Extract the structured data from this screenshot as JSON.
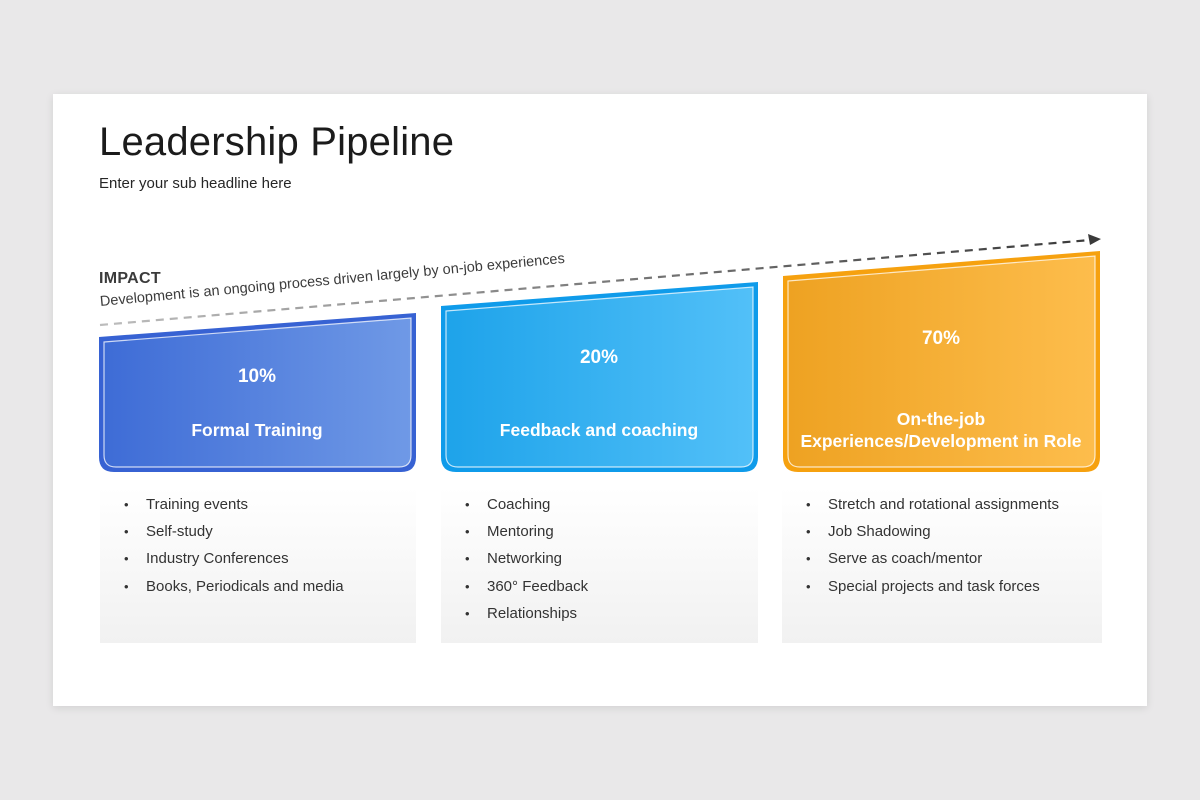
{
  "title": "Leadership Pipeline",
  "subtitle": "Enter your sub headline here",
  "impact": {
    "title": "IMPACT",
    "description": "Development is an ongoing process driven largely by on-job experiences"
  },
  "colors": {
    "card1": "#3f6fd6",
    "card2": "#1aa5ec",
    "card3": "#f5a31a",
    "arrow": "#444444"
  },
  "cards": [
    {
      "percent": "10%",
      "label": "Formal Training",
      "items": [
        "Training events",
        "Self-study",
        "Industry Conferences",
        "Books, Periodicals and media"
      ]
    },
    {
      "percent": "20%",
      "label": "Feedback and coaching",
      "items": [
        "Coaching",
        "Mentoring",
        "Networking",
        "360° Feedback",
        "Relationships"
      ]
    },
    {
      "percent": "70%",
      "label_line1": "On-the-job",
      "label_line2": "Experiences/Development in Role",
      "items": [
        "Stretch and rotational assignments",
        "Job Shadowing",
        "Serve as coach/mentor",
        "Special projects and task forces"
      ]
    }
  ]
}
